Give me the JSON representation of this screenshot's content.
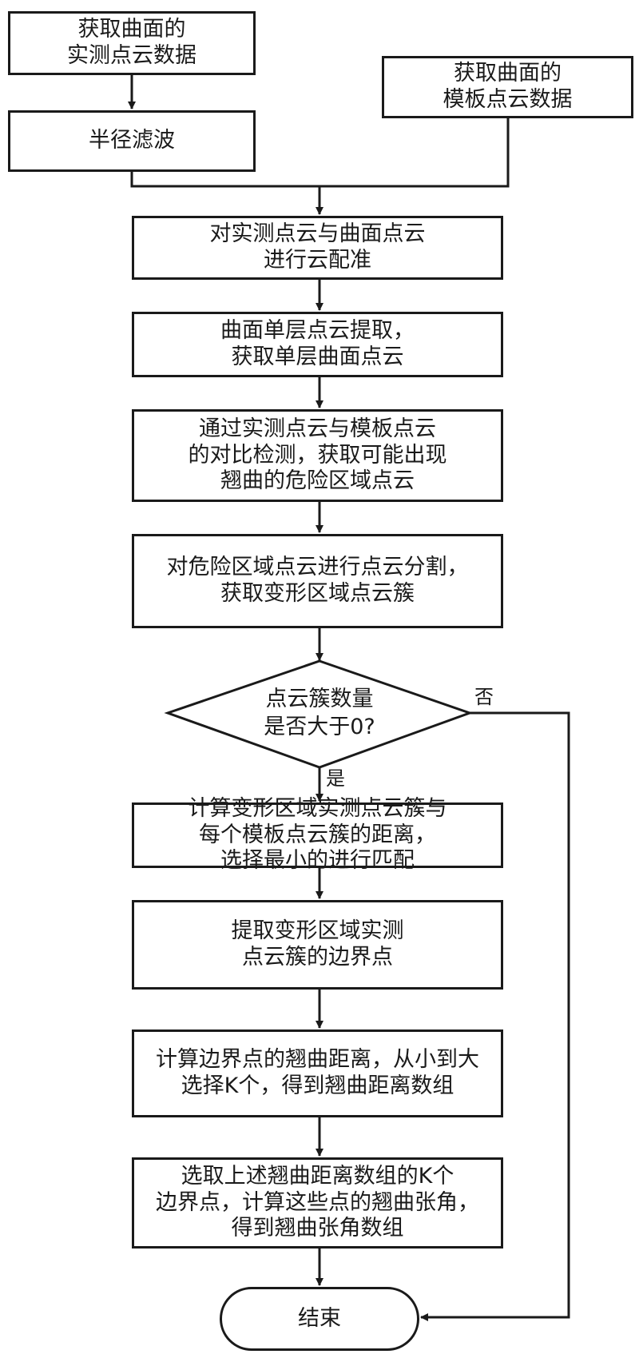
{
  "flowchart": {
    "nodes": [
      {
        "id": "n1",
        "label": "获取曲面的\n实测点云数据"
      },
      {
        "id": "n2",
        "label": "获取曲面的\n模板点云数据"
      },
      {
        "id": "n3",
        "label": "半径滤波"
      },
      {
        "id": "n4",
        "label": "对实测点云与曲面点云\n进行云配准"
      },
      {
        "id": "n5",
        "label": "曲面单层点云提取，\n获取单层曲面点云"
      },
      {
        "id": "n6",
        "label": "通过实测点云与模板点云\n的对比检测，获取可能出现\n翘曲的危险区域点云"
      },
      {
        "id": "n7",
        "label": "对危险区域点云进行点云分割，\n获取变形区域点云簇"
      },
      {
        "id": "n8",
        "label": "点云簇数量\n是否大于0?"
      },
      {
        "id": "n9",
        "label": "计算变形区域实测点云簇与\n每个模板点云簇的距离，\n选择最小的进行匹配"
      },
      {
        "id": "n10",
        "label": "提取变形区域实测\n点云簇的边界点"
      },
      {
        "id": "n11",
        "label": "计算边界点的翘曲距离，从小到大\n选择K个，得到翘曲距离数组"
      },
      {
        "id": "n12",
        "label": "选取上述翘曲距离数组的K个\n边界点，计算这些点的翘曲张角，\n得到翘曲张角数组"
      },
      {
        "id": "n13",
        "label": "结束"
      }
    ],
    "edge_labels": {
      "yes": "是",
      "no": "否"
    }
  }
}
